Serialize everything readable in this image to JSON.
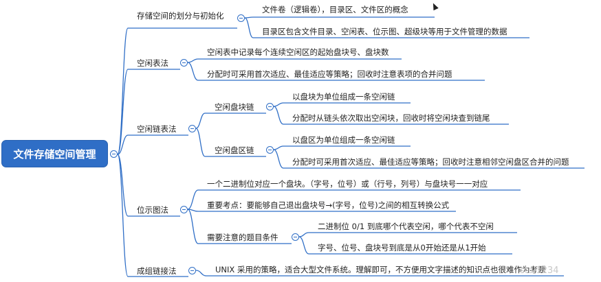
{
  "root": {
    "label": "文件存储空间管理"
  },
  "branches": [
    {
      "label": "存储空间的划分与初始化",
      "items": [
        "文件卷（逻辑卷），目录区、文件区的概念",
        "目录区包含文件目录、空闲表、位示图、超级块等用于文件管理的数据"
      ]
    },
    {
      "label": "空闲表法",
      "items": [
        "空闲表中记录每个连续空闲区的起始盘块号、盘块数",
        "分配时可采用首次适应、最佳适应等策略；回收时注意表项的合并问题"
      ]
    },
    {
      "label": "空闲链表法",
      "groups": [
        {
          "label": "空闲盘块链",
          "items": [
            "以盘块为单位组成一条空闲链",
            "分配时从链头依次取出空闲块，回收时将空闲块查到链尾"
          ]
        },
        {
          "label": "空闲盘区链",
          "items": [
            "以盘区为单位组成一条空闲链",
            "分配时可采用首次适应、最佳适应等策略；回收时注意相邻空闲盘区合并的问题"
          ]
        }
      ]
    },
    {
      "label": "位示图法",
      "items": [
        "一个二进制位对应一个盘块。（字号，位号）或（行号，列号）与盘块号一一对应",
        "重要考点：要能够自己退出盘块号→(字号，位号)之间的相互转换公式"
      ],
      "group": {
        "label": "需要注意的题目条件",
        "items": [
          "二进制位 0/1 到底哪个代表空闲，哪个代表不空闲",
          "字号、位号、盘块号到底是从0开始还是从1开始"
        ]
      }
    },
    {
      "label": "成组链接法",
      "items": [
        "UNIX 采用的策略，适合大型文件系统。理解即可，不方便用文字描述的知识点也很难作为考题"
      ]
    }
  ],
  "watermark": "stai1234",
  "colors": {
    "root_fill": "#2f6ec6",
    "edge": "#2f6ec6",
    "underline": "#2f6ec6"
  }
}
